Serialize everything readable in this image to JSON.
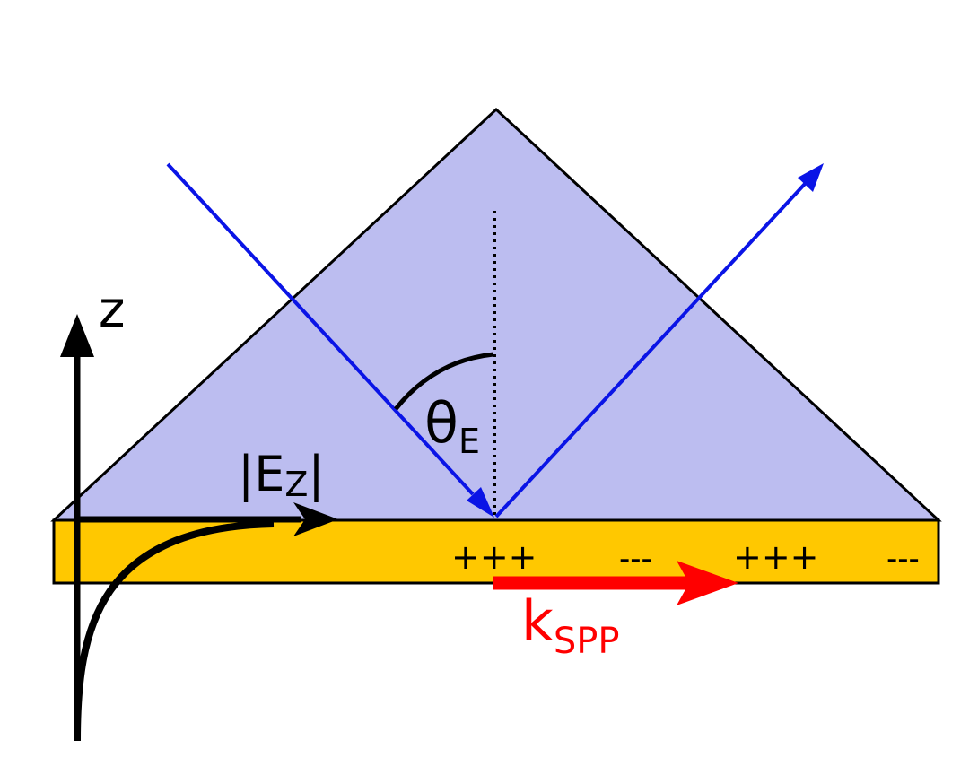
{
  "colors": {
    "prism_fill": "#bcbdf0",
    "metal_fill": "#ffc800",
    "beam": "#0a14e6",
    "surface_wave": "#ff0000",
    "outline": "#000000"
  },
  "labels": {
    "z_axis": "z",
    "field_main": "|E",
    "field_sub": "Z",
    "field_close": "|",
    "angle_main": "θ",
    "angle_sub": "E",
    "wavevector_main": "k",
    "wavevector_sub": "SPP"
  },
  "charges": [
    "+++",
    "---",
    "+++",
    "---"
  ]
}
